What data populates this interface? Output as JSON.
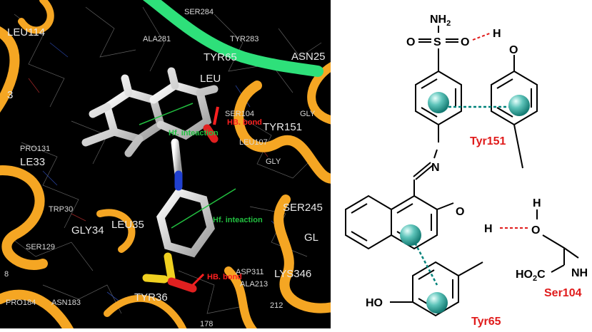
{
  "docking_view": {
    "residue_labels": [
      "LEU114",
      "ALA281",
      "SER284",
      "TYR283",
      "TYR65",
      "ASN25",
      "LEU",
      "3",
      "SER104",
      "GLY",
      "TYR151",
      "LEU107",
      "GLY",
      "PRO131",
      "LE33",
      "TRP30",
      "GLY34",
      "LEU35",
      "SER129",
      "SER245",
      "GL",
      "ASP311",
      "LYS346",
      "ALA213",
      "TYR36",
      "PRO184",
      "ASN183",
      "212",
      "8",
      "178"
    ],
    "hb_bond_label_1": "HB. bond",
    "hb_bond_label_2": "HB. bond",
    "hf_label_1": "Hf. inteaction",
    "hf_label_2": "Hf. inteaction",
    "colors": {
      "background": "#000000",
      "ribbon": "#f5a623",
      "helix": "#2ee07a",
      "hb": "#ff2020",
      "hf": "#22c040",
      "carbon": "#e0e0e0",
      "sulfur": "#f0d020",
      "oxygen": "#e02020",
      "nitrogen": "#2040d0"
    }
  },
  "scheme": {
    "nh2": "NH",
    "nh2_sub": "2",
    "s": "S",
    "o_left": "O",
    "o_right": "O",
    "h_top": "H",
    "o_tyr151": "O",
    "n_imine": "N",
    "o_naph": "O",
    "h_naph": "H",
    "h_ser": "H",
    "o_ser": "O",
    "ho2c": "HO",
    "ho2c_sub": "2",
    "ho2c_c": "C",
    "nh": "NH",
    "ho_tyr65": "HO",
    "tyr151": "Tyr151",
    "tyr65": "Tyr65",
    "ser104": "Ser104",
    "colors": {
      "residue": "#e01b1b",
      "hbond": "#e01b1b",
      "pi": "#00827a",
      "sphere": "#3aa8a0"
    }
  }
}
